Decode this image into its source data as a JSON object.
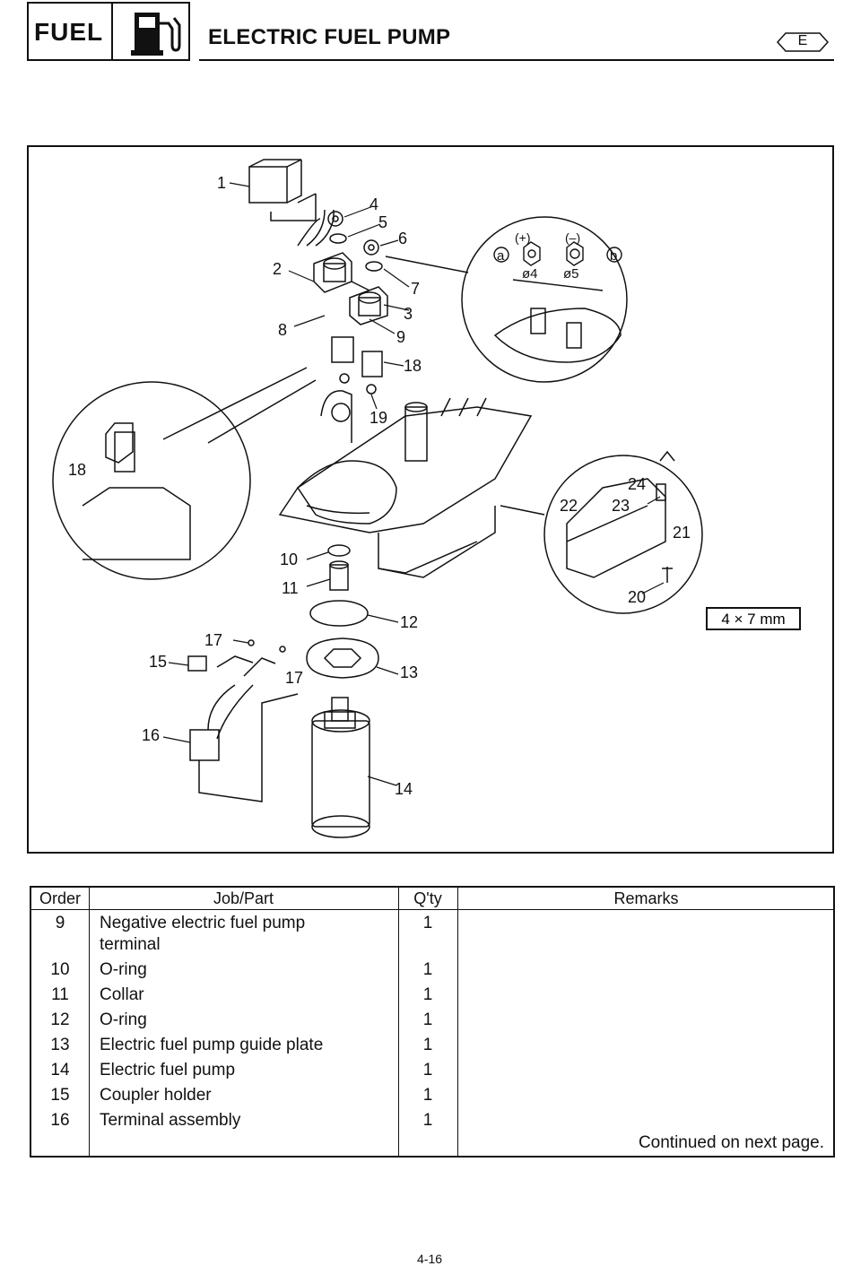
{
  "header": {
    "section": "FUEL",
    "title": "ELECTRIC FUEL PUMP",
    "language": "E"
  },
  "diagram": {
    "callouts": [
      "1",
      "2",
      "3",
      "4",
      "5",
      "6",
      "7",
      "8",
      "9",
      "10",
      "11",
      "12",
      "13",
      "14",
      "15",
      "16",
      "17",
      "17",
      "18",
      "18",
      "19",
      "20",
      "21",
      "22",
      "23",
      "24"
    ],
    "terminal_plus": "(+)",
    "terminal_minus": "(–)",
    "label_a": "a",
    "label_b": "b",
    "dia_4": "ø4",
    "dia_5": "ø5",
    "screw_size": "4 × 7 mm"
  },
  "table": {
    "headers": {
      "order": "Order",
      "part": "Job/Part",
      "qty": "Q'ty",
      "remarks": "Remarks"
    },
    "rows": [
      {
        "order": "9",
        "part": "Negative electric fuel pump",
        "part2": "terminal",
        "qty": "1"
      },
      {
        "order": "10",
        "part": "O-ring",
        "qty": "1"
      },
      {
        "order": "11",
        "part": "Collar",
        "qty": "1"
      },
      {
        "order": "12",
        "part": "O-ring",
        "qty": "1"
      },
      {
        "order": "13",
        "part": "Electric fuel pump guide plate",
        "qty": "1"
      },
      {
        "order": "14",
        "part": "Electric fuel pump",
        "qty": "1"
      },
      {
        "order": "15",
        "part": "Coupler holder",
        "qty": "1"
      },
      {
        "order": "16",
        "part": "Terminal assembly",
        "qty": "1"
      }
    ],
    "footer": "Continued on next page."
  },
  "page_number": "4-16"
}
